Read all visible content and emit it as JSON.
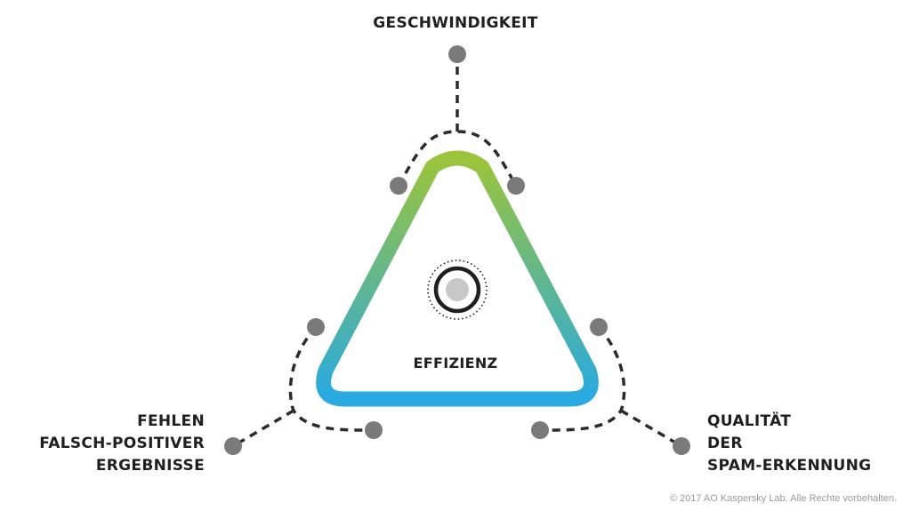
{
  "labels": {
    "top": "GESCHWINDIGKEIT",
    "left": [
      "FEHLEN",
      "FALSCH-POSITIVER",
      "ERGEBNISSE"
    ],
    "right": [
      "QUALITÄT",
      "DER",
      "SPAM-ERKENNUNG"
    ],
    "center": "EFFIZIENZ"
  },
  "copyright": "© 2017 AO Kaspersky Lab. Alle Rechte vorbehalten.",
  "colors": {
    "gradient_top": "#9cc43a",
    "gradient_bottom": "#28aae1",
    "connector": "#2b2b2b",
    "node": "#7a7a7a",
    "target_ring": "#1f1f1f",
    "target_center": "#c8c8c8"
  }
}
